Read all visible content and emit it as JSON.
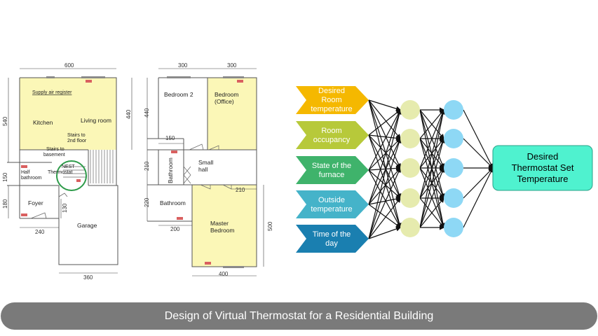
{
  "floorplan_ground": {
    "dims": {
      "width_top": "600",
      "height_left": "540",
      "height_right": "440",
      "half_bath_h": "150",
      "foyer_h": "180",
      "stairs_h": "130",
      "foyer_w": "240",
      "garage_w": "360"
    },
    "rooms": {
      "kitchen": "Kitchen",
      "living_room": "Living room",
      "half_bathroom_1": "Half",
      "half_bathroom_2": "bathroom",
      "foyer": "Foyer",
      "garage": "Garage"
    },
    "notes": {
      "supply_air_register": "Supply air register",
      "stairs_2nd_1": "Stairs to",
      "stairs_2nd_2": "2nd floor",
      "stairs_base_1": "Stairs to",
      "stairs_base_2": "basement",
      "nest_1": "NEST",
      "nest_2": "Thermostat"
    }
  },
  "floorplan_upper": {
    "dims": {
      "bed2_w": "300",
      "office_w": "300",
      "height_left": "440",
      "hall_w": "150",
      "bath_h": "210",
      "bath2_h": "220",
      "bath2_w": "200",
      "master_top_w": "210",
      "master_h": "500",
      "master_w": "400"
    },
    "rooms": {
      "bedroom2": "Bedroom 2",
      "office_1": "Bedroom",
      "office_2": "(Office)",
      "bathroom_vertical": "Bathroom",
      "small_hall_1": "Small",
      "small_hall_2": "hall",
      "bathroom": "Bathroom",
      "master_1": "Master",
      "master_2": "Bedroom"
    }
  },
  "network": {
    "inputs": [
      {
        "lines": [
          "Desired",
          "Room",
          "temperature"
        ],
        "color": "#f5b800"
      },
      {
        "lines": [
          "Room",
          "occupancy"
        ],
        "color": "#b7c93a"
      },
      {
        "lines": [
          "State of the",
          "furnace"
        ],
        "color": "#3fb36b"
      },
      {
        "lines": [
          "Outside",
          "temperature"
        ],
        "color": "#45b3c9"
      },
      {
        "lines": [
          "Time of the",
          "day"
        ],
        "color": "#1a7fb0"
      }
    ],
    "hidden1_color": "#e6ebae",
    "hidden2_color": "#8ed8f5",
    "output": {
      "lines": [
        "Desired",
        "Thermostat Set",
        "Temperature"
      ],
      "color": "#4ff2cf"
    }
  },
  "footer": {
    "caption": "Design of Virtual Thermostat for a Residential Building"
  }
}
